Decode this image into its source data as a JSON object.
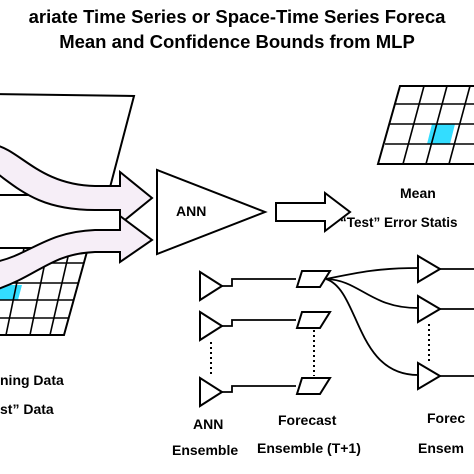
{
  "title_line1": "ariate Time Series or Space-Time Series Foreca",
  "title_line2": "Mean and Confidence Bounds from MLP",
  "labels": {
    "ann_main": "ANN",
    "mean": "Mean",
    "test_error": "“Test” Error Statis",
    "training_data": "ning Data",
    "test_data": "st” Data",
    "ann_ensemble_line1": "ANN",
    "ann_ensemble_line2": "Ensemble",
    "forecast_ensemble_line1": "Forecast",
    "forecast_ensemble_line2": "Ensemble (T+1)",
    "fore_right_line1": "Forec",
    "fore_right_line2": "Ensem"
  },
  "colors": {
    "highlight_cell": "#33ddff",
    "arrow_fill": "#f6eef7",
    "line": "#000000"
  }
}
